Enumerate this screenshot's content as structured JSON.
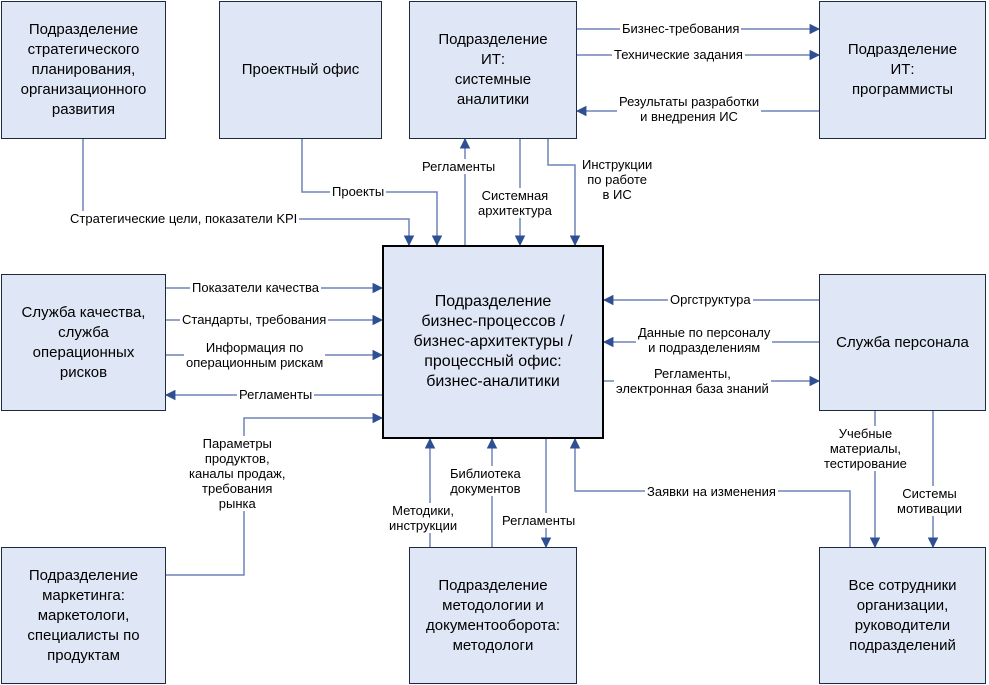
{
  "nodes": {
    "strategy": "Подразделение\nстратегического\nпланирования,\nорганизационного\nразвития",
    "pmo": "Проектный офис",
    "it_analysts": "Подразделение\nИТ:\nсистемные\nаналитики",
    "it_programmers": "Подразделение\nИТ:\nпрограммисты",
    "quality": "Служба качества,\nслужба\nоперационных\nрисков",
    "center": "Подразделение\nбизнес-процессов /\nбизнес-архитектуры /\nпроцессный офис:\nбизнес-аналитики",
    "hr": "Служба персонала",
    "marketing": "Подразделение\nмаркетинга:\nмаркетологи,\nспециалисты по\nпродуктам",
    "methodology": "Подразделение\nметодологии и\nдокументооборота:\nметодологи",
    "all_staff": "Все сотрудники\nорганизации,\nруководители\nподразделений"
  },
  "edges": {
    "biz_requirements": "Бизнес-требования",
    "tech_specs": "Технические задания",
    "dev_results": "Результаты разработки\nи внедрения ИС",
    "regulations_it": "Регламенты",
    "sys_arch": "Системная\nархитектура",
    "is_instructions": "Инструкции\nпо работе\nв ИС",
    "projects": "Проекты",
    "strategic_goals": "Стратегические цели, показатели KPI",
    "quality_kpi": "Показатели качества",
    "standards": "Стандарты, требования",
    "risk_info": "Информация по\nоперационным рискам",
    "regulations_quality": "Регламенты",
    "org_structure": "Оргструктура",
    "personnel_data": "Данные по персоналу\nи подразделениям",
    "regulations_kb": "Регламенты,\nэлектронная база знаний",
    "product_params": "Параметры\nпродуктов,\nканалы продаж,\nтребования\nрынка",
    "methods": "Методики,\nинструкции",
    "doc_library": "Библиотека\nдокументов",
    "regulations_method": "Регламенты",
    "change_requests": "Заявки на изменения",
    "training": "Учебные\nматериалы,\nтестирование",
    "motivation": "Системы\nмотивации"
  },
  "colors": {
    "box_fill": "#dfe6f5",
    "box_border": "#1e2a3e",
    "line": "#6f84b8",
    "arrow": "#2f4f93"
  }
}
